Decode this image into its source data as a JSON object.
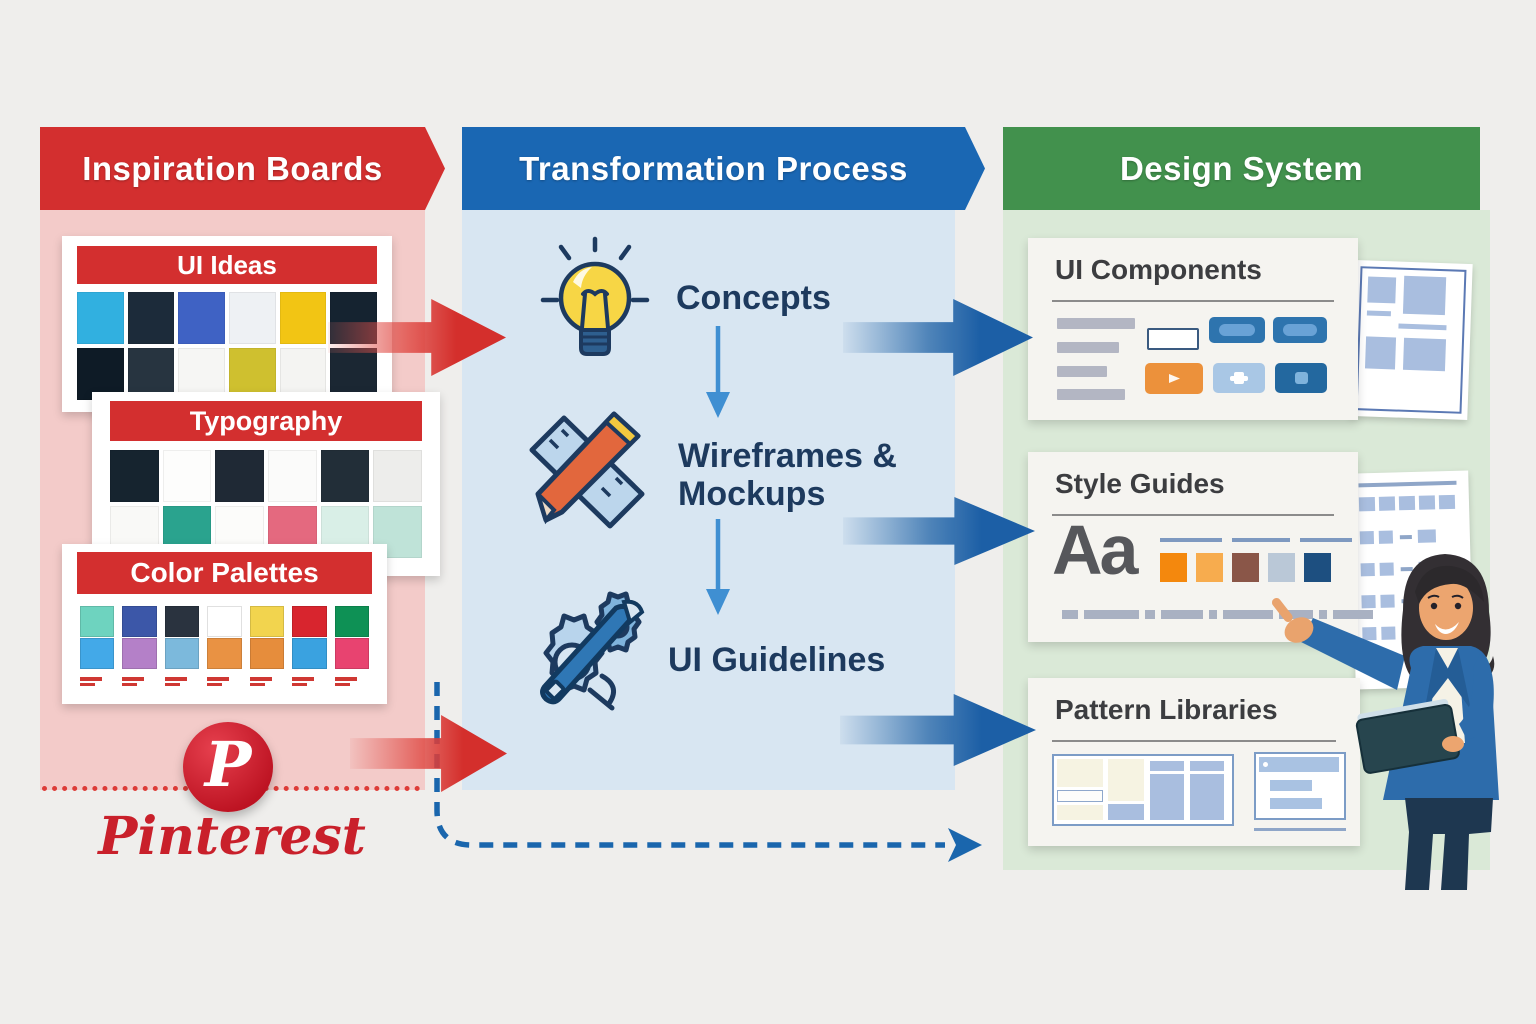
{
  "left_column": {
    "header": "Inspiration Boards",
    "cards": {
      "ui_ideas": "UI Ideas",
      "typography": "Typography",
      "color_palettes": "Color Palettes"
    },
    "brand": {
      "wordmark": "Pinterest",
      "monogram": "P"
    }
  },
  "middle_column": {
    "header": "Transformation Process",
    "steps": {
      "concepts": "Concepts",
      "wireframes": "Wireframes &\nMockups",
      "guidelines": "UI Guidelines"
    }
  },
  "right_column": {
    "header": "Design System",
    "cards": {
      "ui_components": "UI Components",
      "style_guides": "Style Guides",
      "pattern_libraries": "Pattern Libraries"
    },
    "type_specimen": "Aa"
  },
  "colors": {
    "red_header": "#D32F2F",
    "blue_header": "#1A67B3",
    "green_header": "#42914D",
    "pink_panel": "#F3CBC9",
    "blue_panel": "#D8E6F2",
    "green_panel": "#DAE9D7",
    "pinterest_red": "#C9202B",
    "arrow_red": "#D63230",
    "arrow_blue": "#1C5FA6",
    "step_text": "#1D3A5E"
  },
  "collages": {
    "ui_ideas": [
      "#31B0E0",
      "#1C2B3A",
      "#3F62C4",
      "#EEF1F4",
      "#F2C514",
      "#152330",
      "#0E1B26",
      "#273440",
      "#F6F6F4",
      "#CFC02F",
      "#F4F4F2",
      "#1B2733"
    ],
    "typography": [
      "#16242F",
      "#FDFDFC",
      "#1F2935",
      "#FBFBFA",
      "#222E38",
      "#EDEDEB",
      "#F9F9F7",
      "#2AA38E",
      "#FCFCFA",
      "#E4697F",
      "#D9EFE7",
      "#BFE3D8"
    ],
    "palette_top": [
      "#6ED3BF",
      "#3C57A8",
      "#2A333F",
      "#FFFFFF",
      "#F2D44E",
      "#D8252E",
      "#0E9155"
    ],
    "palette_bottom": [
      "#43A9E8",
      "#B480C8",
      "#7CB9DC",
      "#E99243",
      "#E68D3C",
      "#3AA2E0",
      "#E84370"
    ],
    "style_guide_swatches": [
      "#F4880D",
      "#F7AC4E",
      "#8A5648",
      "#BAC8D7",
      "#1D4F80"
    ]
  }
}
